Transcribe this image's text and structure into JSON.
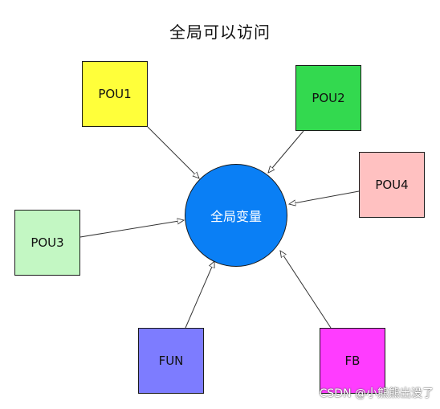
{
  "title": "全局可以访问",
  "center": {
    "label": "全局变量",
    "color": "#0a7ff5"
  },
  "nodes": {
    "pou1": {
      "label": "POU1",
      "color": "#ffff3a"
    },
    "pou2": {
      "label": "POU2",
      "color": "#33d94f"
    },
    "pou3": {
      "label": "POU3",
      "color": "#c3f7c3"
    },
    "pou4": {
      "label": "POU4",
      "color": "#ffc1c1"
    },
    "fun": {
      "label": "FUN",
      "color": "#7d7cff"
    },
    "fb": {
      "label": "FB",
      "color": "#ff3cff"
    }
  },
  "watermark": "CSDN @小熊熊出没了"
}
